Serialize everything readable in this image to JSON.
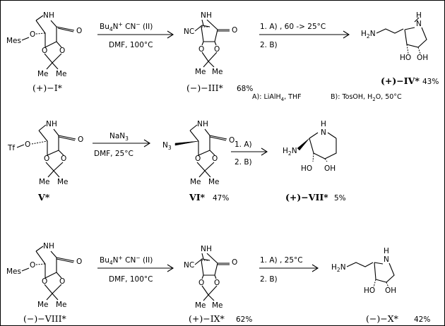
{
  "row1": {
    "sm": {
      "n_label": "N",
      "h_label": "H",
      "o_label": "O",
      "mes": "Mes",
      "me1": "Me",
      "me2": "Me",
      "caption": "(+)−I*"
    },
    "arrow1": {
      "above_a": "Bu",
      "above_sub": "4",
      "above_b": "N",
      "above_sup": "+",
      "above_c": " CN",
      "above_sup2": "−",
      "above_d": "  (II)",
      "below": "DMF, 100°C"
    },
    "p1": {
      "nc": "NC",
      "n_label": "N",
      "h_label": "H",
      "o_label": "O",
      "me1": "Me",
      "me2": "Me",
      "caption": "(−)−III*",
      "yield": "68%"
    },
    "arrow2": {
      "above": "1. A) , 60 -> 25°C",
      "below": "2. B)"
    },
    "p2": {
      "h2n": "H2N",
      "h2n_main": "H",
      "h2n_sub": "2",
      "h2n_n": "N",
      "n_label": "N",
      "h_label": "H",
      "ho1": "HO",
      "oh1": "OH",
      "caption_a": "(+)−",
      "caption_b": "IV*",
      "yield": "43%"
    },
    "reagents_note": {
      "a_lab": "A): ",
      "a_reag_1": "LiAlH",
      "a_reag_sub": "4",
      "a_reag_2": ", THF",
      "b_lab": "B): ",
      "b_reag_1": "TosOH, H",
      "b_reag_sub": "2",
      "b_reag_2": "O, 50°C"
    }
  },
  "row2": {
    "sm": {
      "tf": "Tf",
      "o_label": "O",
      "n_label": "N",
      "h_label": "H",
      "co": "O",
      "me1": "Me",
      "me2": "Me",
      "caption": "V*"
    },
    "arrow1": {
      "above_a": "NaN",
      "above_sub": "3",
      "below": "DMF, 25°C"
    },
    "p1": {
      "n3_a": "N",
      "n3_sub": "3",
      "n_label": "N",
      "h_label": "H",
      "co": "O",
      "me1": "Me",
      "me2": "Me",
      "caption_b": "VI*",
      "yield": "47%"
    },
    "arrow2": {
      "above": "1. A)",
      "below": "2. B)"
    },
    "p2": {
      "h2n_main": "H",
      "h2n_sub": "2",
      "h2n_n": "N",
      "n_label": "N",
      "h_label": "H",
      "ho1": "HO",
      "oh1": "OH",
      "caption_a": "(+)−",
      "caption_b": "VII*",
      "yield": "5%"
    }
  },
  "row3": {
    "sm": {
      "mes": "Mes",
      "n_label": "N",
      "h_label": "H",
      "co": "O",
      "me1": "Me",
      "me2": "Me",
      "caption": "(−)−VIII*"
    },
    "arrow1": {
      "above_a": "Bu",
      "above_sub": "4",
      "above_b": "N",
      "above_sup": "+",
      "above_c": " CN",
      "above_sup2": "−",
      "above_d": "  (II)",
      "below": "DMF, 100°C"
    },
    "p1": {
      "nc": "NC",
      "n_label": "N",
      "h_label": "H",
      "co": "O",
      "me1": "Me",
      "me2": "Me",
      "caption": "(+)−IX*",
      "yield": "62%"
    },
    "arrow2": {
      "above": "1. A) , 25°C",
      "below": "2. B)"
    },
    "p2": {
      "h2n_main": "H",
      "h2n_sub": "2",
      "h2n_n": "N",
      "n_label": "N",
      "h_label": "H",
      "ho1": "HO",
      "oh1": "OH",
      "caption": "(−)−X*",
      "yield": "42%"
    }
  }
}
